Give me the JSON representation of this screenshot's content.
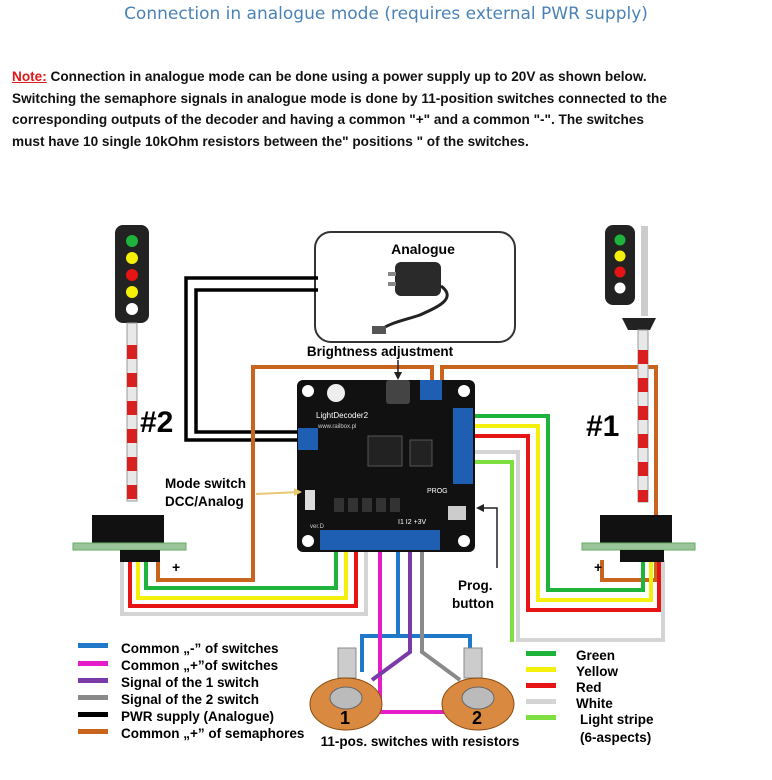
{
  "title": "Connection in analogue mode (requires external PWR supply)",
  "note": {
    "label": "Note:",
    "lines": [
      " Connection in analogue mode can be done using a power supply up to 20V as shown below.",
      "Switching the semaphore signals in analogue mode is done by 11-position switches connected to the",
      "corresponding outputs of the decoder and having a common \"+\" and a common \"-\". The switches",
      "must have 10 single 10kOhm resistors between the\" positions \" of the switches."
    ]
  },
  "diagram": {
    "analogue_label": "Analogue",
    "brightness_label": "Brightness adjustment",
    "signal_left_label": "#2",
    "signal_right_label": "#1",
    "mode_switch_label_1": "Mode switch",
    "mode_switch_label_2": "DCC/Analog",
    "prog_button_label_1": "Prog.",
    "prog_button_label_2": "button",
    "switches_label": "11-pos. switches with resistors",
    "switch_1_num": "1",
    "switch_2_num": "2",
    "plus_sign": "+",
    "board": {
      "brand": "LightDecoder2",
      "url": "www.railbox.pl",
      "prog": "PROG",
      "inputs": "I1 I2 +3V",
      "version": "ver.D"
    }
  },
  "legend_left": [
    {
      "label": "Common „-” of switches",
      "color": "#1f78c8"
    },
    {
      "label": "Common „+”of switches",
      "color": "#e61cc8"
    },
    {
      "label": "Signal of the 1 switch",
      "color": "#7a3aa8"
    },
    {
      "label": "Signal of the 2 switch",
      "color": "#8a8a8a"
    },
    {
      "label": "PWR supply (Analogue)",
      "color": "#000000"
    },
    {
      "label": "Common „+” of semaphores",
      "color": "#c8641c"
    }
  ],
  "legend_right": [
    {
      "label": "Green",
      "color": "#1eb43c"
    },
    {
      "label": "Yellow",
      "color": "#f5f00a"
    },
    {
      "label": "Red",
      "color": "#e61414"
    },
    {
      "label": "White",
      "color": "#d4d4d4"
    },
    {
      "label": "Light stripe",
      "color": "#7ee040"
    },
    {
      "label": "(6-aspects)",
      "color": ""
    }
  ],
  "colors": {
    "title": "#4a82b6",
    "note_label": "#e01818",
    "board": "#111111",
    "terminal": "#1e5fb4"
  }
}
